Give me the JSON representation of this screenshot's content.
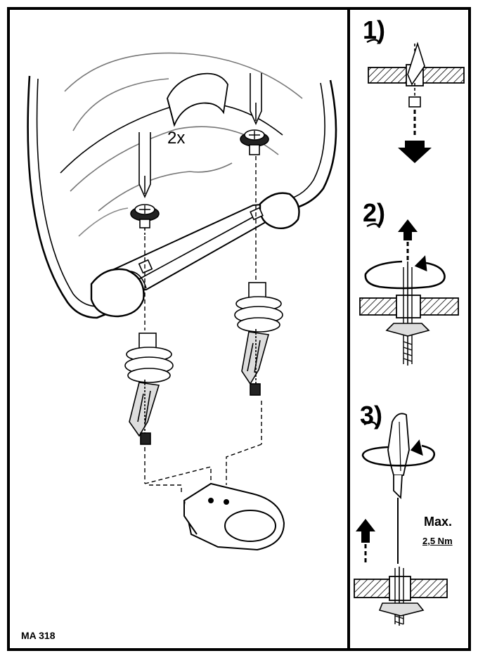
{
  "diagram": {
    "quantity_label": "2x",
    "steps": [
      {
        "number": "1)"
      },
      {
        "number": "2)"
      },
      {
        "number": "3)"
      }
    ],
    "torque": {
      "max_label": "Max.",
      "value": "2,5 Nm"
    },
    "model_code": "MA 318"
  },
  "icons": [
    "screwdriver-icon",
    "rotation-arrow-icon",
    "arrow-up-icon",
    "arrow-down-icon",
    "sleeve-icon",
    "hinge-bolt-icon"
  ]
}
